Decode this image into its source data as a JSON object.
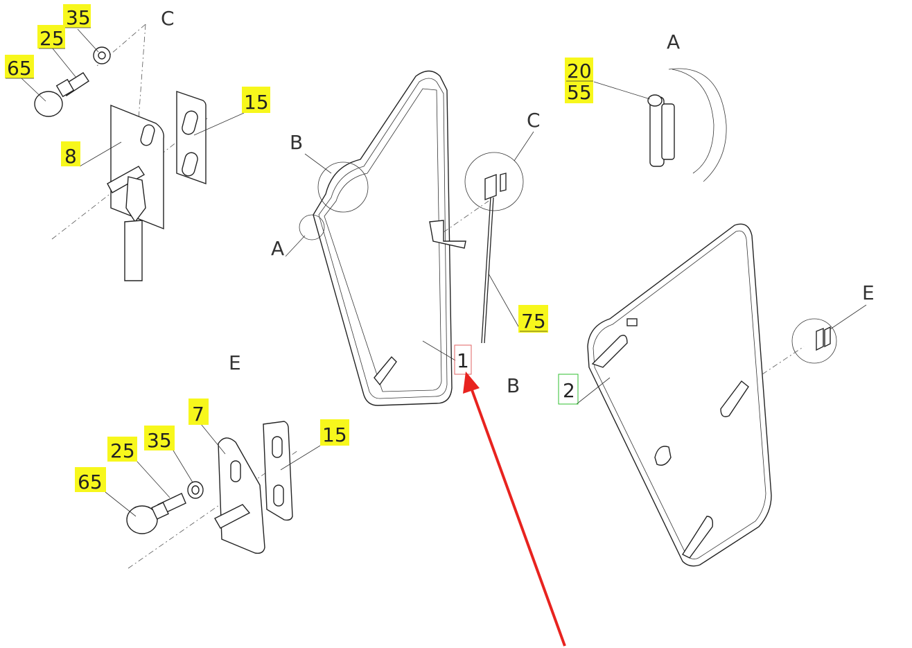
{
  "diagram": {
    "callouts": {
      "c35_top": "35",
      "c25_top": "25",
      "c65_top": "65",
      "c15_top": "15",
      "c8": "8",
      "c75": "75",
      "c1": "1",
      "c20": "20",
      "c55": "55",
      "c2": "2",
      "c7": "7",
      "c35_bot": "35",
      "c25_bot": "25",
      "c65_bot": "65",
      "c15_bot": "15"
    },
    "views": {
      "c_top": "C",
      "b_main": "B",
      "a_main": "A",
      "c_main": "C",
      "a_detail": "A",
      "e_right": "E",
      "b_label": "B",
      "e_detail": "E"
    },
    "colors": {
      "highlight": "#f7f71c",
      "selected_box": "#e06060",
      "green_box": "#2fbf2f",
      "arrow": "#e8231f"
    }
  }
}
